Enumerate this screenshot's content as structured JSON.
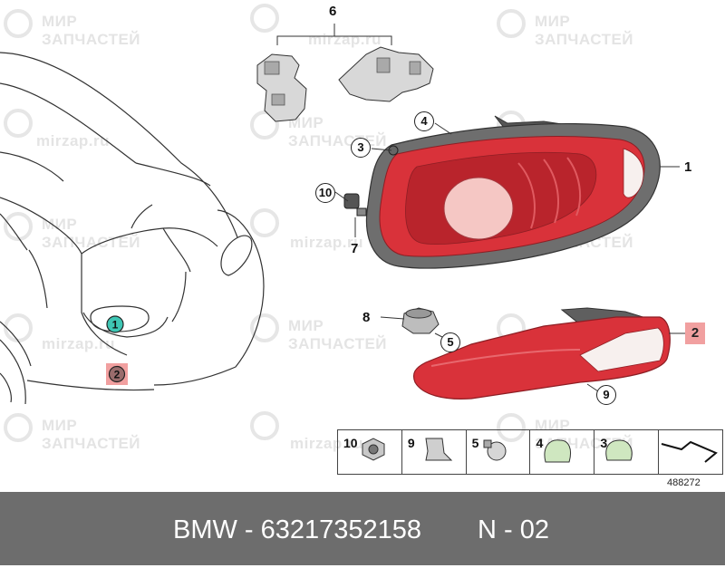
{
  "watermark": {
    "brand_cyr_line1": "МИР",
    "brand_cyr_line2": "ЗАПЧАСТЕЙ",
    "domain": "mirzap.ru"
  },
  "callouts": {
    "c1": "1",
    "c2": "2",
    "c3": "3",
    "c4": "4",
    "c5": "5",
    "c6": "6",
    "c7": "7",
    "c8": "8",
    "c9": "9",
    "c10": "10",
    "car_c1": "1",
    "car_c2": "2"
  },
  "legend": {
    "items": [
      {
        "num": "10",
        "icon": "nut-icon"
      },
      {
        "num": "9",
        "icon": "clip-nut-icon"
      },
      {
        "num": "5",
        "icon": "bulb-socket-icon"
      },
      {
        "num": "4",
        "icon": "wedge-bulb-icon"
      },
      {
        "num": "3",
        "icon": "bayonet-bulb-icon"
      },
      {
        "num": "",
        "icon": "arrow-icon"
      }
    ]
  },
  "ref_code": "488272",
  "footer": {
    "brand": "BMW - 63217352158",
    "suffix": "N - 02"
  },
  "colors": {
    "lamp_red": "#d9323a",
    "highlight_red": "#f1a0a0",
    "highlight_teal": "#3ec6b4",
    "footer_bg": "#6d6d6d"
  }
}
